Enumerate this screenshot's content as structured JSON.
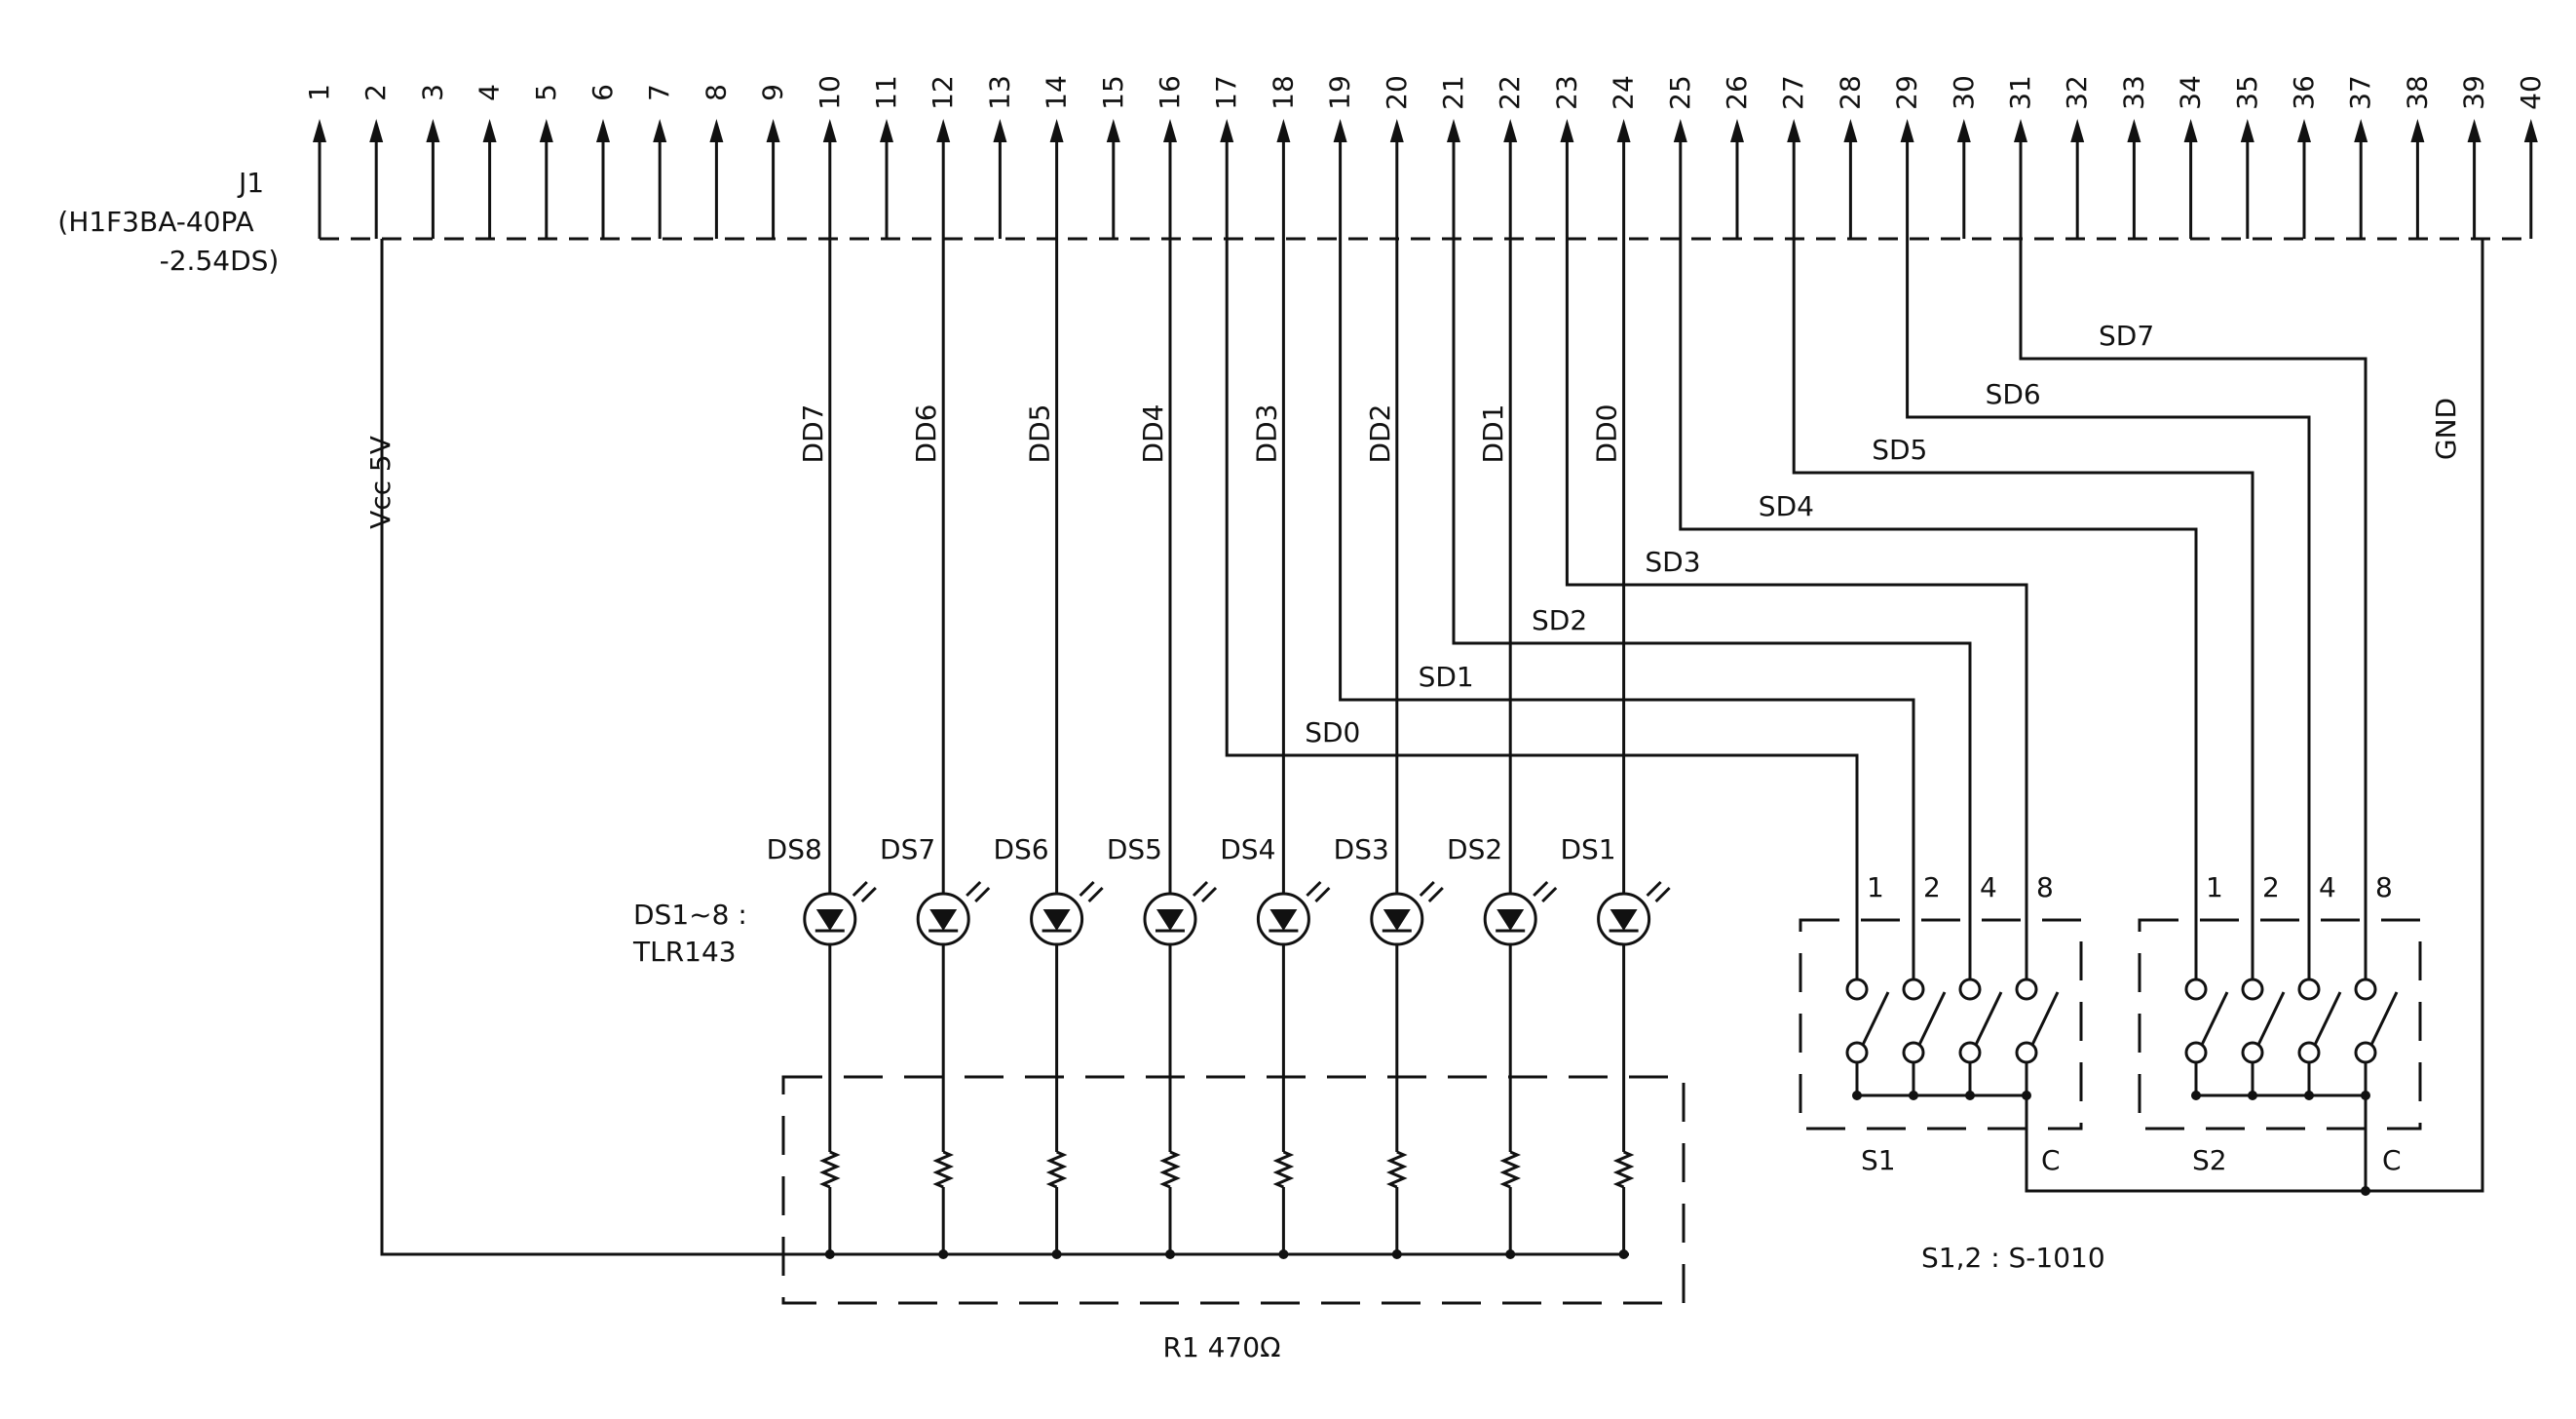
{
  "connector": {
    "ref": "J1",
    "part": "(H1F3BA-40PA",
    "part2": "-2.54DS)",
    "pins": [
      "1",
      "2",
      "3",
      "4",
      "5",
      "6",
      "7",
      "8",
      "9",
      "10",
      "11",
      "12",
      "13",
      "14",
      "15",
      "16",
      "17",
      "18",
      "19",
      "20",
      "21",
      "22",
      "23",
      "24",
      "25",
      "26",
      "27",
      "28",
      "29",
      "30",
      "31",
      "32",
      "33",
      "34",
      "35",
      "36",
      "37",
      "38",
      "39",
      "40"
    ]
  },
  "vcc_label": "Vcc 5V",
  "gnd_label": "GND",
  "leds": {
    "names": [
      "DS8",
      "DS7",
      "DS6",
      "DS5",
      "DS4",
      "DS3",
      "DS2",
      "DS1"
    ],
    "signals": [
      "DD7",
      "DD6",
      "DD5",
      "DD4",
      "DD3",
      "DD2",
      "DD1",
      "DD0"
    ],
    "note_line1": "DS1~8 :",
    "note_line2": "TLR143"
  },
  "switch_signals": [
    "SD0",
    "SD1",
    "SD2",
    "SD3",
    "SD4",
    "SD5",
    "SD6",
    "SD7"
  ],
  "switches": {
    "s1_name": "S1",
    "s2_name": "S2",
    "pin_labels": [
      "1",
      "2",
      "4",
      "8"
    ],
    "common_label": "C",
    "note": "S1,2 : S-1010"
  },
  "resistor_label": "R1 470Ω"
}
